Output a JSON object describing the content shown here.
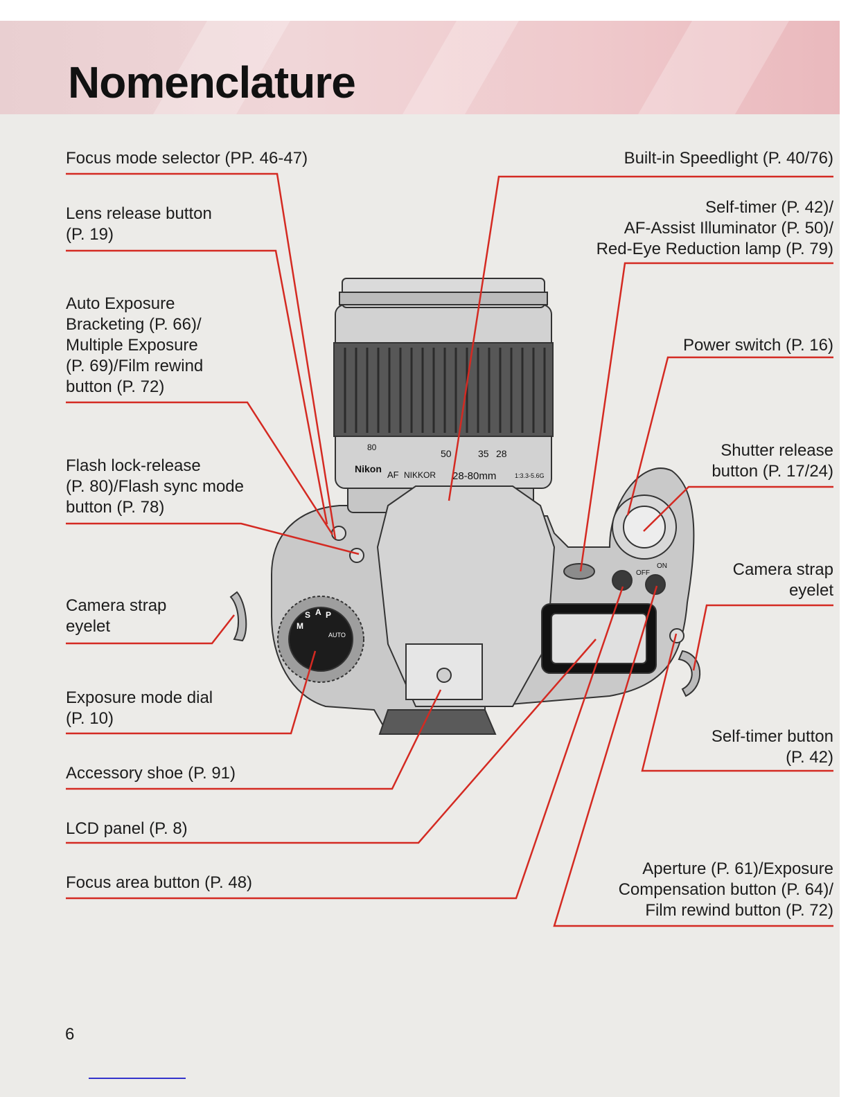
{
  "title": "Nomenclature",
  "page_number": "6",
  "camera": {
    "lens_markings": {
      "brand": "Nikon",
      "af": "AF",
      "nikkor": "NIKKOR",
      "focal_length": "28-80mm",
      "aperture": "1:3.3-5.6G",
      "zoom_80": "80",
      "zoom_50": "50",
      "zoom_35": "35",
      "zoom_28": "28"
    },
    "dial_markings": {
      "s": "S",
      "a": "A",
      "p": "P",
      "auto": "AUTO",
      "m": "M"
    },
    "power_markings": {
      "off": "OFF",
      "on": "ON"
    }
  },
  "labels": [
    {
      "id": "focus-mode-selector",
      "text": "Focus mode selector (PP. 46-47)"
    },
    {
      "id": "lens-release-button",
      "text": "Lens release button\n(P. 19)"
    },
    {
      "id": "auto-exposure-bracketing",
      "text": "Auto Exposure\nBracketing (P. 66)/\nMultiple Exposure\n(P. 69)/Film rewind\nbutton (P. 72)"
    },
    {
      "id": "flash-lock-release",
      "text": "Flash lock-release\n(P. 80)/Flash sync mode\nbutton (P. 78)"
    },
    {
      "id": "camera-strap-eyelet-left",
      "text": "Camera strap\neyelet"
    },
    {
      "id": "exposure-mode-dial",
      "text": "Exposure mode dial\n(P. 10)"
    },
    {
      "id": "accessory-shoe",
      "text": "Accessory shoe (P. 91)"
    },
    {
      "id": "lcd-panel",
      "text": "LCD panel (P. 8)"
    },
    {
      "id": "focus-area-button",
      "text": "Focus area button (P. 48)"
    },
    {
      "id": "built-in-speedlight",
      "text": "Built-in Speedlight (P. 40/76)"
    },
    {
      "id": "self-timer-lamp",
      "text": "Self-timer (P. 42)/\nAF-Assist Illuminator (P. 50)/\nRed-Eye Reduction lamp (P. 79)"
    },
    {
      "id": "power-switch",
      "text": "Power switch (P. 16)"
    },
    {
      "id": "shutter-release-button",
      "text": "Shutter release\nbutton (P. 17/24)"
    },
    {
      "id": "camera-strap-eyelet-right",
      "text": "Camera strap\neyelet"
    },
    {
      "id": "self-timer-button",
      "text": "Self-timer button\n(P. 42)"
    },
    {
      "id": "aperture-button",
      "text": "Aperture (P. 61)/Exposure\nCompensation button (P. 64)/\nFilm rewind button (P. 72)"
    }
  ],
  "colors": {
    "leader_line": "#d42a22",
    "banner": "#efc9cc",
    "page": "#ecebe8"
  }
}
